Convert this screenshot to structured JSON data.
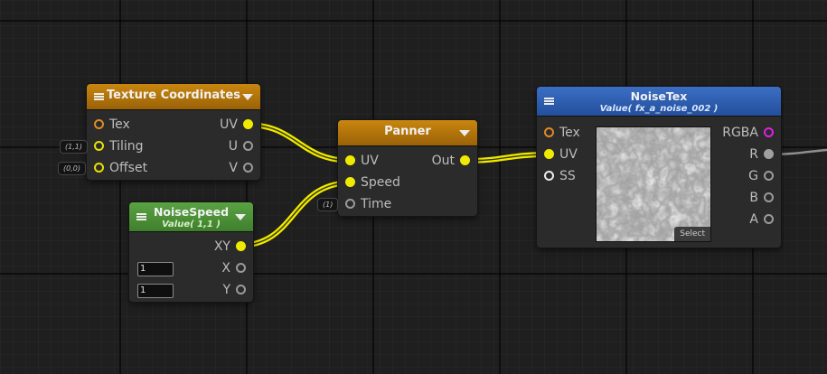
{
  "nodes": {
    "texture_coordinates": {
      "title": "Texture Coordinates",
      "inputs": [
        {
          "label": "Tex",
          "color": "#e08a25"
        },
        {
          "label": "Tiling",
          "color": "#e8e000",
          "default": "(1,1)"
        },
        {
          "label": "Offset",
          "color": "#e8e000",
          "default": "(0,0)"
        }
      ],
      "outputs": [
        {
          "label": "UV",
          "color": "#f0ea00",
          "connected": true
        },
        {
          "label": "U",
          "color": "#9a9a9a"
        },
        {
          "label": "V",
          "color": "#9a9a9a"
        }
      ]
    },
    "panner": {
      "title": "Panner",
      "inputs": [
        {
          "label": "UV",
          "color": "#f0ea00",
          "connected": true
        },
        {
          "label": "Speed",
          "color": "#f0ea00",
          "connected": true
        },
        {
          "label": "Time",
          "color": "#9a9a9a",
          "default": "(1)"
        }
      ],
      "outputs": [
        {
          "label": "Out",
          "color": "#f0ea00",
          "connected": true
        }
      ]
    },
    "noise_speed": {
      "title": "NoiseSpeed",
      "subtitle": "Value( 1,1 )",
      "outputs": [
        {
          "label": "XY",
          "color": "#f0ea00",
          "connected": true
        },
        {
          "label": "X",
          "color": "#9a9a9a"
        },
        {
          "label": "Y",
          "color": "#9a9a9a"
        }
      ],
      "fields": {
        "x": "1",
        "y": "1"
      }
    },
    "noise_tex": {
      "title": "NoiseTex",
      "subtitle": "Value( fx_a_noise_002 )",
      "inputs": [
        {
          "label": "Tex",
          "color": "#e08a25"
        },
        {
          "label": "UV",
          "color": "#f0ea00",
          "connected": true
        },
        {
          "label": "SS",
          "color": "#eaeaea"
        }
      ],
      "outputs": [
        {
          "label": "RGBA",
          "color": "#e020e0"
        },
        {
          "label": "R",
          "color": "#a0a0a0",
          "connected": true
        },
        {
          "label": "G",
          "color": "#9a9a9a"
        },
        {
          "label": "B",
          "color": "#9a9a9a"
        },
        {
          "label": "A",
          "color": "#9a9a9a"
        }
      ],
      "select_label": "Select"
    }
  },
  "colors": {
    "header_orange": "#b0730c",
    "header_blue": "#2f5fb0",
    "header_green": "#4d9138",
    "wire_yellow": "#f0ea00",
    "wire_gray": "#8f8f8f"
  }
}
